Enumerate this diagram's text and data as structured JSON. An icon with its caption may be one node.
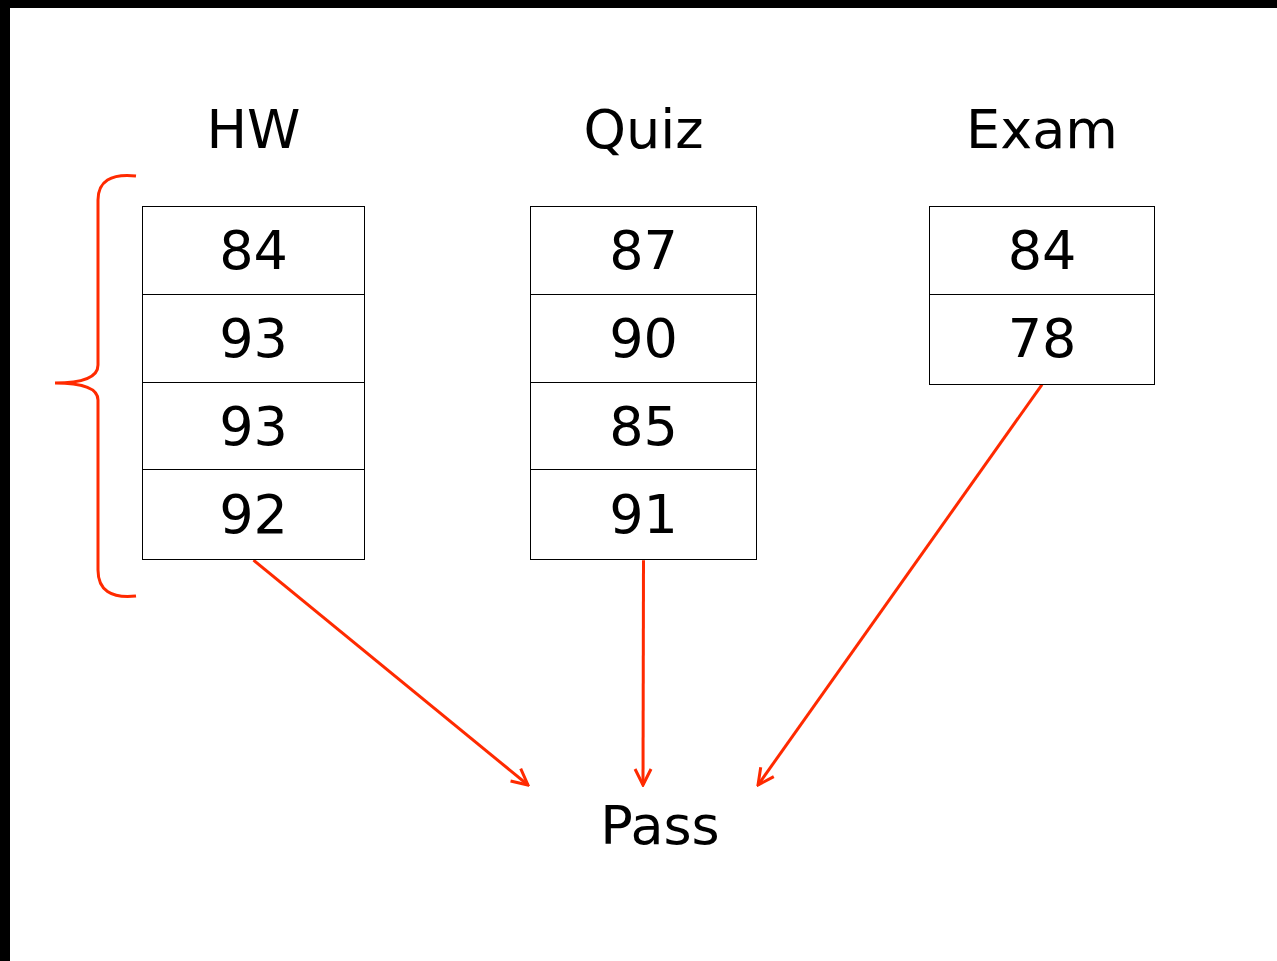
{
  "diagram": {
    "nodes": [
      {
        "text": [
          "HW"
        ]
      },
      {
        "text": [
          "84"
        ],
        "in": 0
      },
      {
        "text": [
          "93"
        ],
        "in": 0
      },
      {
        "text": [
          "93"
        ],
        "in": 0
      },
      {
        "text": [
          "92"
        ],
        "in": 0
      },
      {
        "text": [
          "Quiz"
        ]
      },
      {
        "text": [
          "87"
        ],
        "in": 5
      },
      {
        "text": [
          "90"
        ],
        "in": 5
      },
      {
        "text": [
          "85"
        ],
        "in": 5
      },
      {
        "text": [
          "91"
        ],
        "in": 5
      },
      {
        "text": [
          "Exam"
        ]
      },
      {
        "text": [
          "84"
        ],
        "in": 10
      },
      {
        "text": [
          "78"
        ],
        "in": 10
      },
      {
        "text": [
          "Pass"
        ]
      }
    ],
    "edges": [
      {
        "from": 0,
        "to": 13,
        "arrow": "to"
      },
      {
        "from": 5,
        "to": 13,
        "arrow": "to"
      },
      {
        "from": 10,
        "to": 13,
        "arrow": "to"
      }
    ]
  }
}
